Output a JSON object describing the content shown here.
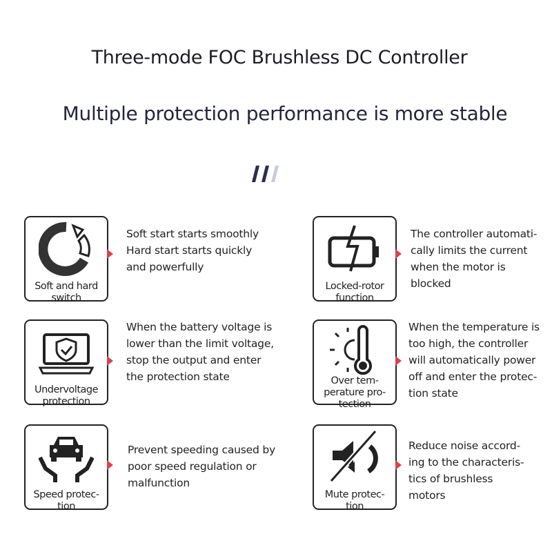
{
  "title": "Three-mode FOC Brushless DC Controller",
  "subtitle": "Multiple protection performance is more stable",
  "decoration_colors": [
    "#2a2f4a",
    "#2a2f4a",
    "#c9cbd6"
  ],
  "accent_color": "#d9424c",
  "features": [
    {
      "icon": "soft-hard-switch-icon",
      "label": "Soft and hard\nswitch",
      "description": "Soft start starts smoothly\nHard start starts quickly\nand powerfully"
    },
    {
      "icon": "locked-rotor-battery-icon",
      "label": "Locked-rotor\nfunction",
      "description": "The controller automati-\ncally limits the current\nwhen the motor is\nblocked"
    },
    {
      "icon": "undervoltage-laptop-shield-icon",
      "label": "Undervoltage\nprotection",
      "description": "When the battery voltage is\nlower than the limit voltage,\nstop the output and enter\nthe protection state"
    },
    {
      "icon": "over-temperature-thermometer-icon",
      "label": "Over tem-\nperature pro-\ntection",
      "description": "When the temperature is\ntoo high, the controller\nwill automatically power\noff and enter the protec-\ntion state"
    },
    {
      "icon": "speed-car-hands-icon",
      "label": "Speed protec-\ntion",
      "description": "Prevent speeding caused by\npoor speed regulation or\nmalfunction"
    },
    {
      "icon": "mute-speaker-icon",
      "label": "Mute protec-\ntion",
      "description": "Reduce noise accord-\ning to the characteris-\ntics of brushless\nmotors"
    }
  ]
}
